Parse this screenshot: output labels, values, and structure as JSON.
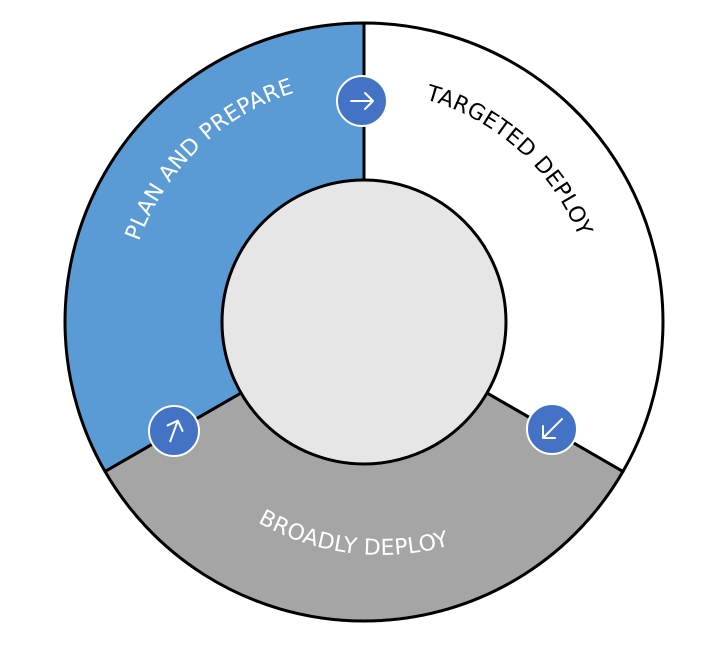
{
  "colors": {
    "plan": "#5B9BD5",
    "targeted": "#FFFFFF",
    "broad": "#A5A5A5",
    "center": "#E6E6E6",
    "outline": "#000000",
    "badge": "#4472C4",
    "plan_text": "#FFFFFF",
    "targeted_text": "#000000",
    "broad_text": "#FFFFFF"
  },
  "segments": {
    "plan": {
      "label": "PLAN AND PREPARE"
    },
    "targeted": {
      "label": "TARGETED DEPLOY"
    },
    "broad": {
      "label": "BROADLY DEPLOY"
    }
  },
  "arrows": {
    "plan_to_targeted": {
      "icon": "arrow-right-icon"
    },
    "targeted_to_broad": {
      "icon": "arrow-down-left-icon"
    },
    "broad_to_plan": {
      "icon": "arrow-up-icon"
    }
  }
}
